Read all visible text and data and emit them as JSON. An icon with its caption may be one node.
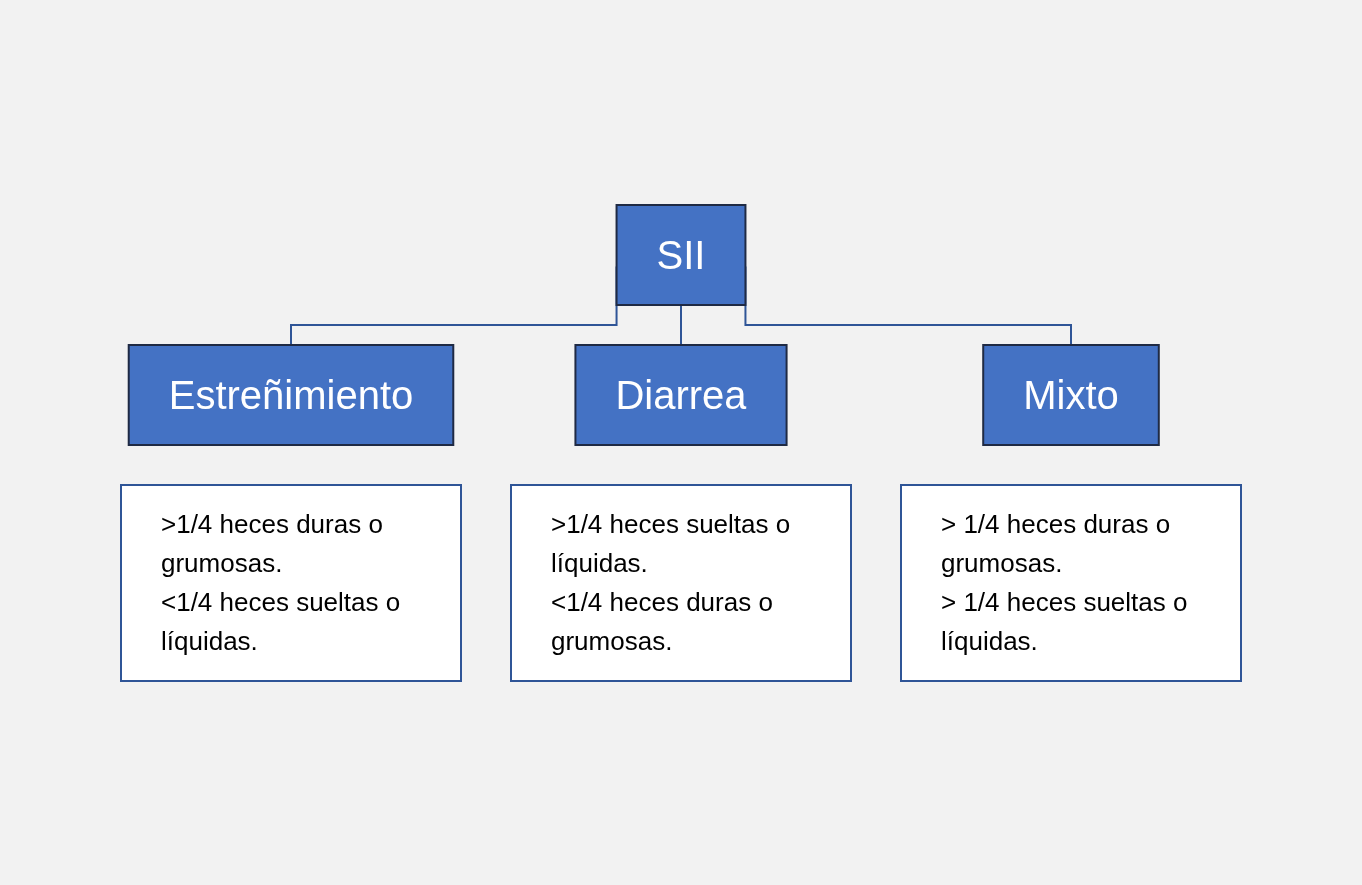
{
  "diagram": {
    "nodes": [
      {
        "text": [
          "SII"
        ]
      },
      {
        "text": [
          "Estreñimiento"
        ]
      },
      {
        "text": [
          "Diarrea"
        ]
      },
      {
        "text": [
          "Mixto"
        ]
      },
      {
        "text": [
          ">1/4 heces duras o grumosas.",
          "<1/4 heces sueltas o líquidas."
        ]
      },
      {
        "text": [
          ">1/4 heces sueltas o líquidas.",
          "<1/4 heces duras o grumosas."
        ]
      },
      {
        "text": [
          "> 1/4 heces duras o grumosas.",
          "> 1/4 heces sueltas o líquidas."
        ]
      }
    ],
    "edges": [
      {
        "from": 0,
        "to": 1,
        "arrow": "none"
      },
      {
        "from": 0,
        "to": 2,
        "arrow": "none"
      },
      {
        "from": 0,
        "to": 3,
        "arrow": "none"
      }
    ]
  }
}
